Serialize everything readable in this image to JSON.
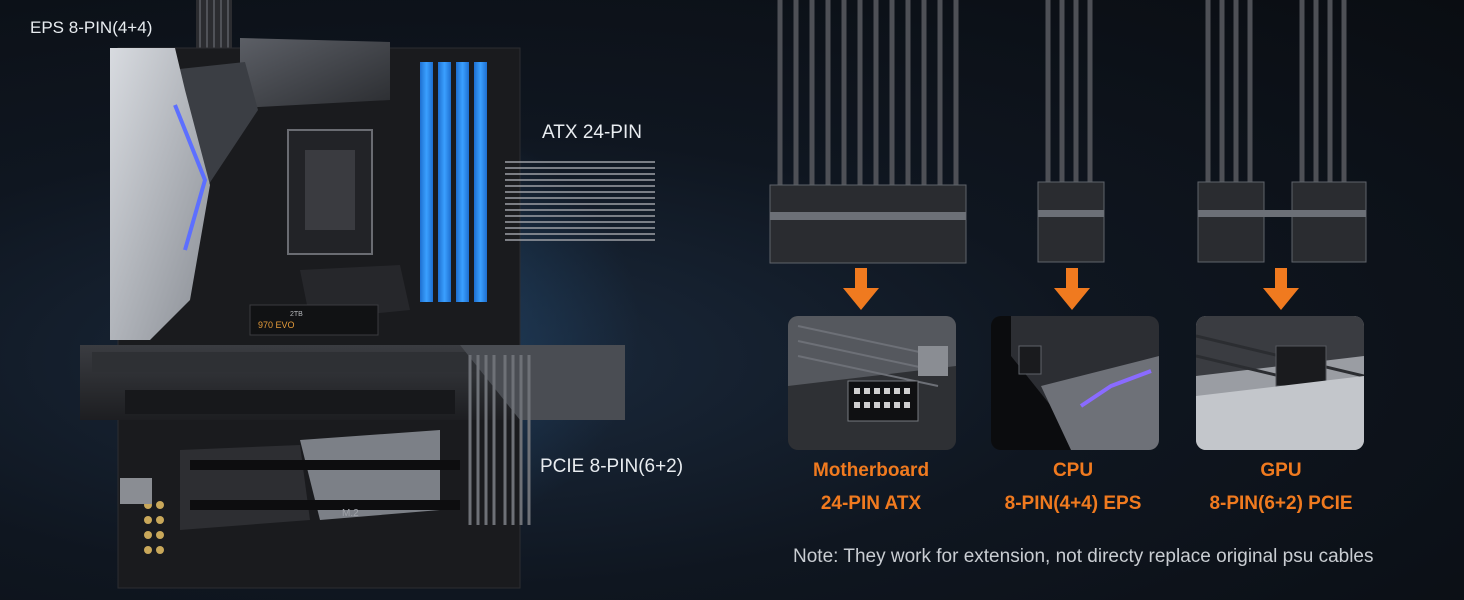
{
  "labels": {
    "eps": "EPS 8-PIN(4+4)",
    "atx": "ATX 24-PIN",
    "pcie": "PCIE 8-PIN(6+2)"
  },
  "connectors": [
    {
      "line1": "Motherboard",
      "line2": "24-PIN ATX"
    },
    {
      "line1": "CPU",
      "line2": "8-PIN(4+4) EPS"
    },
    {
      "line1": "GPU",
      "line2": "8-PIN(6+2) PCIE"
    }
  ],
  "note": "Note: They work for extension, not directy replace original psu cables",
  "colors": {
    "accent": "#f07a1f",
    "ram": "#2f8ff0",
    "background": "#0e141c"
  },
  "ssd": {
    "model": "970 EVO",
    "capacity": "2TB"
  },
  "board_mark": "M.2"
}
